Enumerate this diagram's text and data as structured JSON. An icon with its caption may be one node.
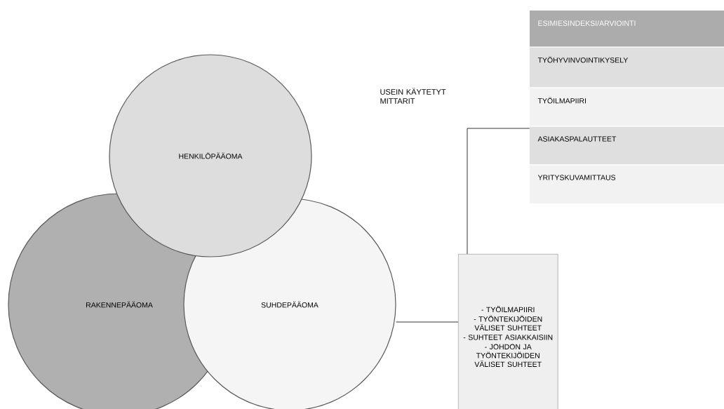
{
  "diagram": {
    "nodes": [
      {
        "text": [
          "HENKILÖPÄÄOMA"
        ]
      },
      {
        "text": [
          "RAKENNEPÄÄOMA"
        ]
      },
      {
        "text": [
          "SUHDEPÄÄOMA"
        ]
      },
      {
        "text": [
          "ESIMIESINDEKSI/ARVIOINTI",
          "TYÖHYVINVOINTIKYSELY",
          "TYÖILMAPIIRI",
          "ASIAKASPALAUTTEET",
          "YRITYSKUVAMITTAUS"
        ]
      },
      {
        "text": [
          "- TYÖILMAPIIRI",
          "- TYÖNTEKIJÖIDEN VÄLISET SUHTEET",
          "- SUHTEET ASIAKKAISIIN",
          "- JOHDON JA TYÖNTEKIJÖIDEN VÄLISET SUHTEET"
        ]
      }
    ],
    "edges": [
      {
        "from": 2,
        "to": 4,
        "arrow": "none"
      },
      {
        "from": 4,
        "to": 3,
        "arrow": "none"
      }
    ],
    "labels": [
      "USEIN KÄYTETYT MITTARIT"
    ]
  }
}
